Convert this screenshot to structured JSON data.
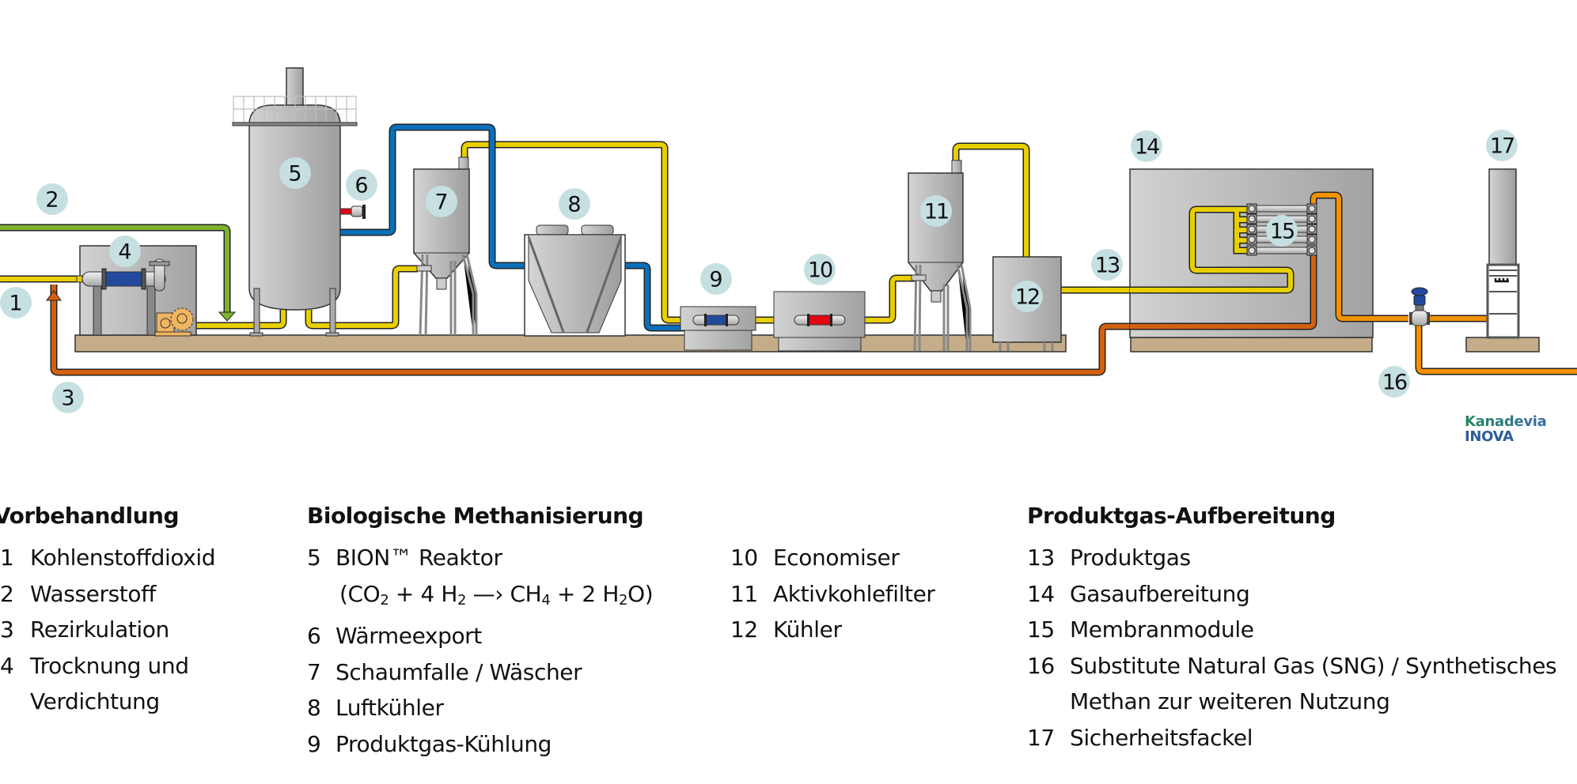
{
  "logo": {
    "line1": "Kanadevia",
    "line2": "INOVA"
  },
  "colors": {
    "badge": "#c6e0e1",
    "hydrogen_pipe": "#7db32f",
    "co2_gas_pipe": "#e8cf00",
    "recirculation_pipe": "#d4600f",
    "sng_pipe": "#f39200",
    "cooling_water_pipe": "#0a6fba",
    "heat_pipe": "#e30613",
    "foundation": "#c4ad88",
    "equipment_grey": "#b8b8b8"
  },
  "badges": [
    "1",
    "2",
    "3",
    "4",
    "5",
    "6",
    "7",
    "8",
    "9",
    "10",
    "11",
    "12",
    "13",
    "14",
    "15",
    "16",
    "17"
  ],
  "legend": {
    "columns": [
      {
        "title": "Vorbehandlung",
        "items": [
          {
            "num": "1",
            "label": "Kohlenstoffdioxid"
          },
          {
            "num": "2",
            "label": "Wasserstoff"
          },
          {
            "num": "3",
            "label": "Rezirkulation"
          },
          {
            "num": "4",
            "label": "Trocknung und"
          },
          {
            "num": "",
            "label": "Verdichtung"
          }
        ]
      },
      {
        "title": "Biologische Methanisierung",
        "items": [
          {
            "num": "5",
            "label": "BION™ Reaktor"
          },
          {
            "num": "",
            "label": "formula"
          },
          {
            "num": "6",
            "label": "Wärmeexport"
          },
          {
            "num": "7",
            "label": "Schaumfalle / Wäscher"
          },
          {
            "num": "8",
            "label": "Luftkühler"
          },
          {
            "num": "9",
            "label": "Produktgas-Kühlung"
          }
        ],
        "formula": {
          "open": "(CO",
          "s1": "2",
          "t1": " + 4 H",
          "s2": "2",
          "t2": " —› CH",
          "s3": "4",
          "t3": " + 2 H",
          "s4": "2",
          "t4": "O)"
        }
      },
      {
        "title": "",
        "items": [
          {
            "num": "10",
            "label": "Economiser"
          },
          {
            "num": "11",
            "label": "Aktivkohlefilter"
          },
          {
            "num": "12",
            "label": "Kühler"
          }
        ]
      },
      {
        "title": "Produktgas-Aufbereitung",
        "items": [
          {
            "num": "13",
            "label": "Produktgas"
          },
          {
            "num": "14",
            "label": "Gasaufbereitung"
          },
          {
            "num": "15",
            "label": "Membranmodule"
          },
          {
            "num": "16",
            "label": "Substitute Natural Gas (SNG) / Synthetisches"
          },
          {
            "num": "",
            "label": "Methan zur weiteren Nutzung"
          },
          {
            "num": "17",
            "label": "Sicherheitsfackel"
          }
        ]
      }
    ]
  }
}
